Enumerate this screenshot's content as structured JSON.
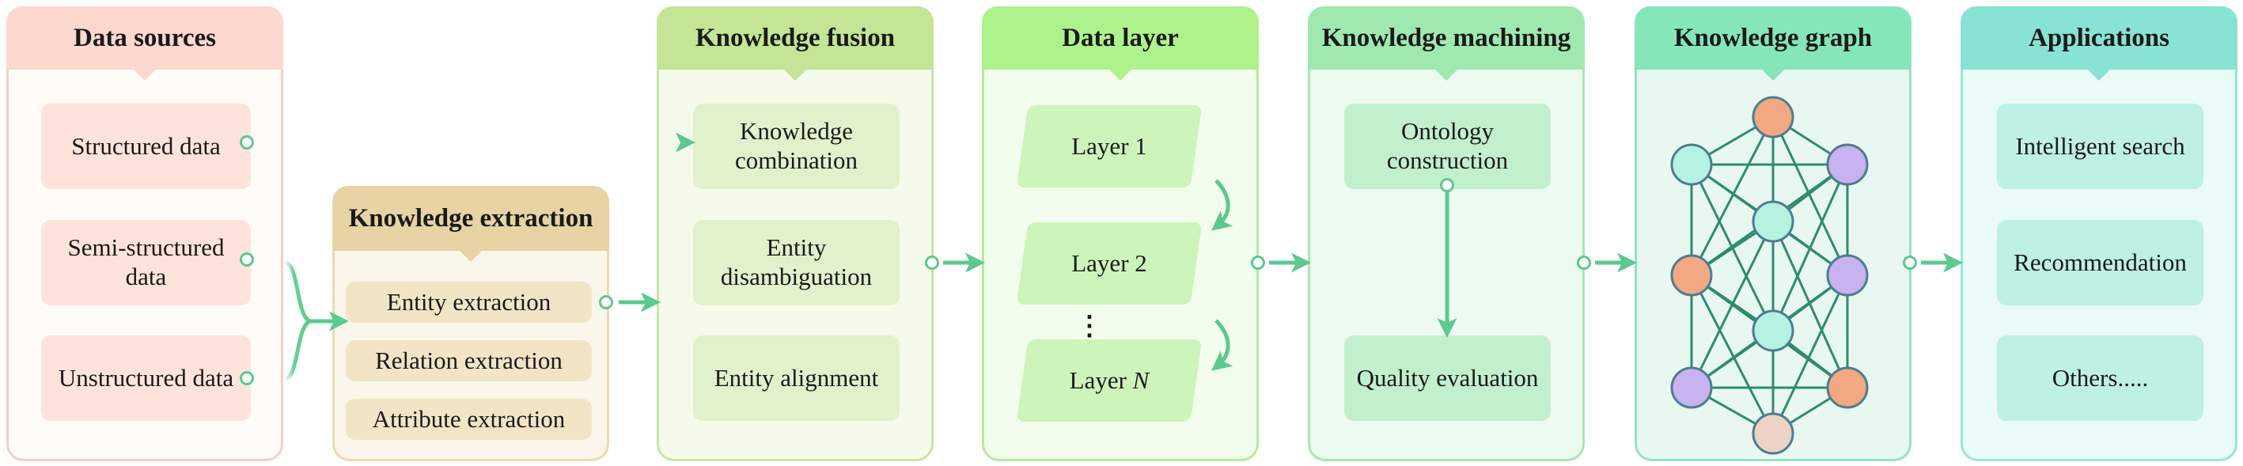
{
  "colors": {
    "arrow": "#5cc98e",
    "edge": "#2e8b6f",
    "node_teal": "#b5f2e1",
    "node_orange": "#f2a882",
    "node_purple": "#c9b2f0",
    "node_light": "#ecd3c6"
  },
  "data_sources": {
    "title": "Data sources",
    "items": [
      "Structured data",
      "Semi-structured data",
      "Unstructured data"
    ]
  },
  "knowledge_extraction": {
    "title": "Knowledge extraction",
    "items": [
      "Entity extraction",
      "Relation extraction",
      "Attribute extraction"
    ]
  },
  "knowledge_fusion": {
    "title": "Knowledge fusion",
    "items": [
      "Knowledge combination",
      "Entity disambiguation",
      "Entity alignment"
    ]
  },
  "data_layer": {
    "title": "Data layer",
    "layers": [
      "Layer 1",
      "Layer 2",
      "Layer"
    ],
    "layer_n_symbol": "N",
    "ellipsis": "⋮"
  },
  "knowledge_machining": {
    "title": "Knowledge machining",
    "items": [
      "Ontology construction",
      "Quality evaluation"
    ]
  },
  "knowledge_graph": {
    "title": "Knowledge graph",
    "node_colors": [
      "orange",
      "teal",
      "purple",
      "teal",
      "orange",
      "purple",
      "teal",
      "purple",
      "orange",
      "light"
    ]
  },
  "applications": {
    "title": "Applications",
    "items": [
      "Intelligent search",
      "Recommendation",
      "Others....."
    ]
  }
}
